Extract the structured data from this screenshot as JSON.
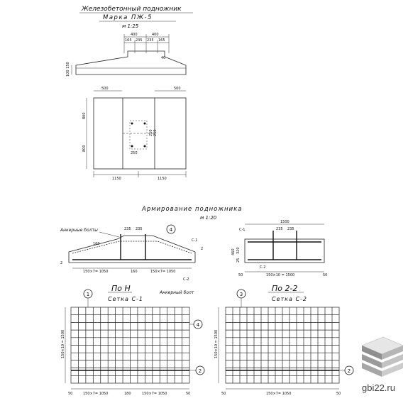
{
  "header": {
    "title": "Железобетонный подножник",
    "mark": "Марка ПЖ-5",
    "scale": "м 1:25"
  },
  "elevation": {
    "top_dims": [
      "400",
      "400"
    ],
    "sub_dims": [
      "165",
      "235",
      "235",
      "165"
    ],
    "right_dim": "40",
    "left_dim": "100  150"
  },
  "plan": {
    "top_dims": [
      "500",
      "500"
    ],
    "left_dims": [
      "800",
      "800"
    ],
    "inner_dims": [
      "250",
      "250",
      "250"
    ],
    "bottom_dims": [
      "1150",
      "1150"
    ]
  },
  "reinforcement": {
    "title": "Армирование подножника",
    "scale": "м 1:20",
    "anchor_label": "Анкерные болты",
    "top_dims": [
      "235",
      "235"
    ],
    "left_dim": "160",
    "section_marks": [
      "2",
      "2"
    ],
    "bottom_dims": [
      "150×7= 1050",
      "150×7= 1050"
    ],
    "mid_dim": "160",
    "mesh_labels": [
      "С-1",
      "С-2"
    ],
    "circle_mark": "4",
    "right_top_dim": "1500",
    "right_sub_dims": [
      "235",
      "235"
    ],
    "right_left_dims": [
      "460",
      "25",
      "320"
    ],
    "right_bottom_dims": [
      "50",
      "150×10 = 1500",
      "50"
    ],
    "right_mesh_labels": [
      "С-1",
      "С-2"
    ]
  },
  "views": {
    "left_title": "По Н",
    "left_subtitle": "Сетка С-1",
    "left_anchor": "Анкерный болт",
    "left_side_dim": "150×10 = 1500",
    "left_bottom_dims": [
      "50",
      "150×7= 1050",
      "180",
      "150×7= 1050",
      "50"
    ],
    "left_circles": [
      "1",
      "4",
      "2"
    ],
    "right_title": "По 2-2",
    "right_subtitle": "Сетка С-2",
    "right_side_dim": "150×10 = 1500",
    "right_bottom_dims": [
      "50",
      "150×7= 1050",
      "50"
    ],
    "right_circles": [
      "3",
      "2"
    ]
  },
  "watermark": {
    "text": "gbi22.ru",
    "logo": "stacked-slabs-logo"
  }
}
